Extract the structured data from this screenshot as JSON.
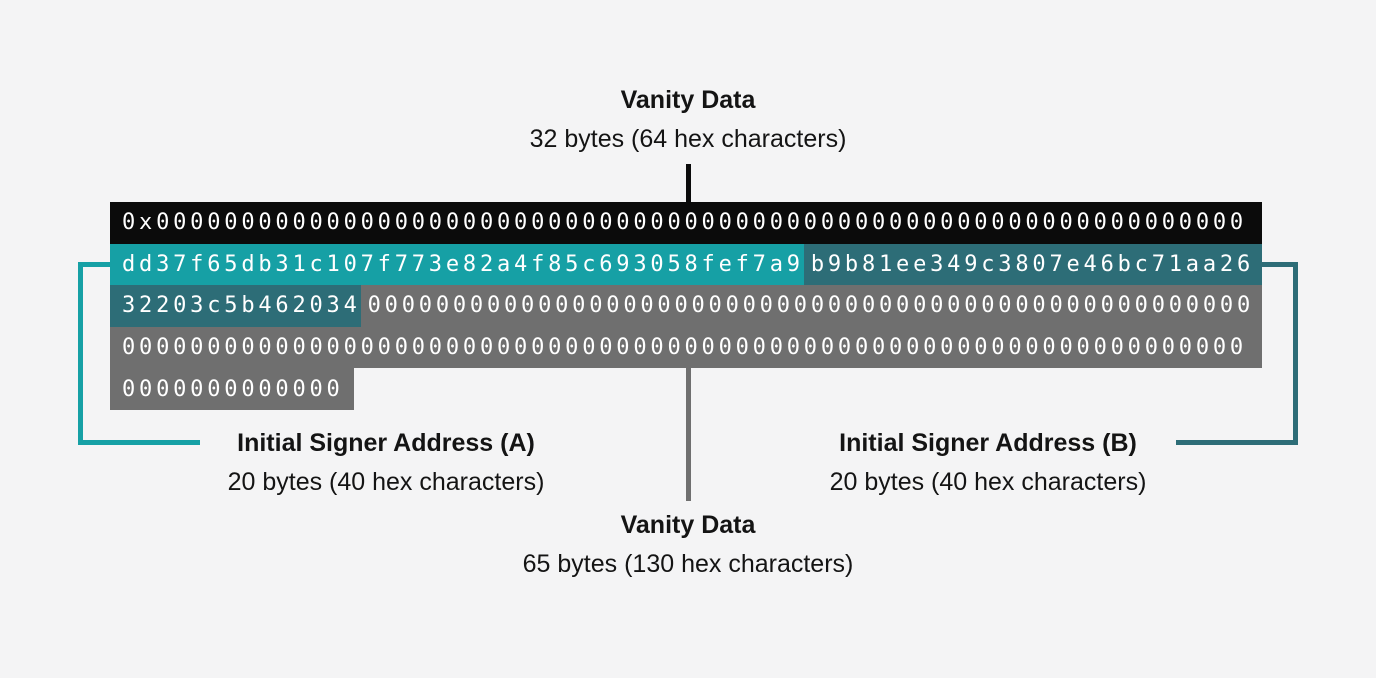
{
  "colors": {
    "bg": "#f4f4f5",
    "row-black": "#0b0b0b",
    "teal-light": "#16a0a5",
    "teal-dark": "#2d6d77",
    "row-gray": "#6f6f6f",
    "text-dark": "#141414"
  },
  "top_label": {
    "title": "Vanity Data",
    "subtitle": "32 bytes (64 hex characters)"
  },
  "signer_a_label": {
    "title": "Initial Signer Address (A)",
    "subtitle": "20 bytes (40 hex characters)"
  },
  "signer_b_label": {
    "title": "Initial Signer Address (B)",
    "subtitle": "20 bytes (40 hex characters)"
  },
  "bottom_label": {
    "title": "Vanity Data",
    "subtitle": "65 bytes (130 hex characters)"
  },
  "hex_block": {
    "signer_a_address": "dd37f65db31c107f773e82a4f85c693058fef7a9",
    "signer_b_address": "b9b81ee349c3807e46bc71aa2632203c5b462034",
    "rows": [
      {
        "fill": "black",
        "segments": [
          {
            "style": "black",
            "text": "0x0000000000000000000000000000000000000000000000000000000000000000"
          }
        ]
      },
      {
        "fill": "teal-dark",
        "segments": [
          {
            "style": "teal-light",
            "text": "dd37f65db31c107f773e82a4f85c693058fef7a9"
          },
          {
            "style": "teal-dark",
            "text": "b9b81ee349c3807e46bc71aa26"
          }
        ]
      },
      {
        "fill": "gray",
        "segments": [
          {
            "style": "teal-dark",
            "text": "32203c5b462034"
          },
          {
            "style": "gray",
            "text": "0000000000000000000000000000000000000000000000000000"
          }
        ]
      },
      {
        "fill": "gray",
        "segments": [
          {
            "style": "gray",
            "text": "000000000000000000000000000000000000000000000000000000000000000000"
          }
        ]
      },
      {
        "fill": "gray",
        "shrink": true,
        "segments": [
          {
            "style": "gray",
            "text": "0000000000000"
          }
        ]
      }
    ]
  }
}
